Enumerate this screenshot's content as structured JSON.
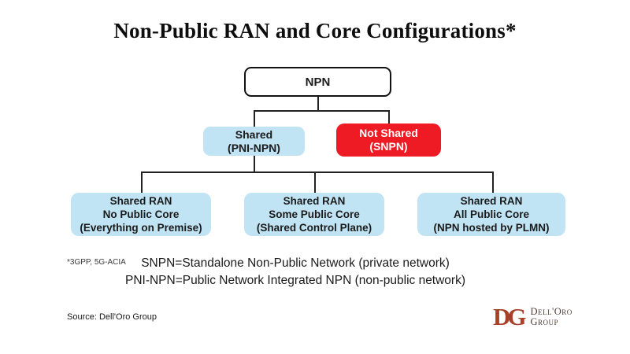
{
  "title": "Non-Public RAN and Core Configurations*",
  "diagram": {
    "root": {
      "label": "NPN"
    },
    "level2": [
      {
        "id": "shared-pni-npn",
        "lines": [
          "Shared",
          "(PNI-NPN)"
        ],
        "fill": "#c1e4f4",
        "text_color": "#1a1a1a"
      },
      {
        "id": "not-shared-snpn",
        "lines": [
          "Not Shared",
          "(SNPN)"
        ],
        "fill": "#ee1b24",
        "text_color": "#ffffff"
      }
    ],
    "level3": [
      {
        "id": "shared-ran-no-public-core",
        "lines": [
          "Shared RAN",
          "No Public Core",
          "(Everything on Premise)"
        ],
        "fill": "#c1e4f4"
      },
      {
        "id": "shared-ran-some-public-core",
        "lines": [
          "Shared RAN",
          "Some Public Core",
          "(Shared Control Plane)"
        ],
        "fill": "#c1e4f4"
      },
      {
        "id": "shared-ran-all-public-core",
        "lines": [
          "Shared RAN",
          "All Public Core",
          "(NPN hosted by PLMN)"
        ],
        "fill": "#c1e4f4"
      }
    ]
  },
  "footnote": "*3GPP, 5G-ACIA",
  "legend": {
    "line1": "SNPN=Standalone Non-Public Network (private network)",
    "line2": "PNI-NPN=Public Network Integrated NPN (non-public network)"
  },
  "source": "Source: Dell'Oro Group",
  "logo": {
    "monogram": "DG",
    "name_line1": "Dell'Oro",
    "name_line2": "Group"
  },
  "colors": {
    "node_blue": "#c1e4f4",
    "node_red": "#ee1b24",
    "connector": "#222222",
    "logo_red": "#a8402a",
    "logo_gray": "#4c3e36"
  }
}
